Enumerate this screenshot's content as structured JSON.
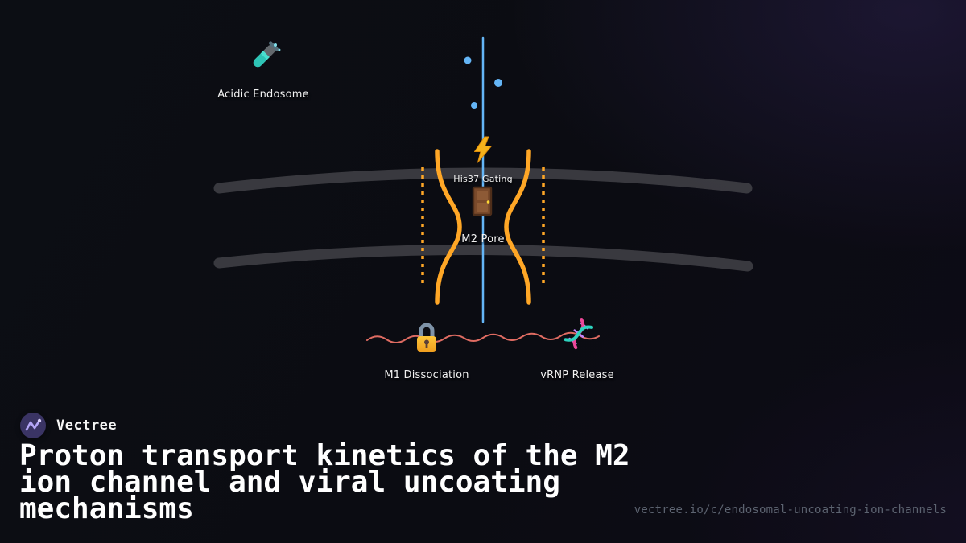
{
  "brand": {
    "name": "Vectree",
    "logo_icon": "vector-pulse-icon",
    "logo_bg": "#3a3464",
    "logo_stroke": "#b4a6f8"
  },
  "footer": {
    "title": "Proton transport kinetics of the M2 ion channel and viral uncoating mechanisms",
    "url": "vectree.io/c/endosomal-uncoating-ion-channels"
  },
  "diagram": {
    "labels": {
      "acidic_endosome": "Acidic Endosome",
      "his37_gating": "His37 Gating",
      "m2_pore": "M2 Pore",
      "m1_dissociation": "M1 Dissociation",
      "vrnp_release": "vRNP Release"
    },
    "icons": {
      "endosome": "test-tube-icon",
      "gating": "lightning-bolt-icon",
      "gate": "door-icon",
      "m1": "lock-icon",
      "vrnp": "dna-helix-icon"
    },
    "colors": {
      "pore": "#FFA726",
      "proton": "#64B5F6",
      "membrane": "#46474C",
      "wave": "#E06C62",
      "label_text": "#F2F2F2"
    }
  }
}
